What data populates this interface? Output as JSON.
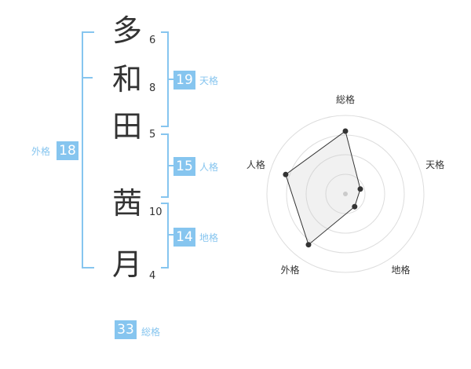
{
  "name_chars": [
    {
      "char": "多",
      "strokes": "6"
    },
    {
      "char": "和",
      "strokes": "8"
    },
    {
      "char": "田",
      "strokes": "5"
    },
    {
      "char": "茜",
      "strokes": "10"
    },
    {
      "char": "月",
      "strokes": "4"
    }
  ],
  "grades": {
    "tenkaku": {
      "value": "19",
      "label": "天格"
    },
    "jinkaku": {
      "value": "15",
      "label": "人格"
    },
    "chikaku": {
      "value": "14",
      "label": "地格"
    },
    "gaikaku": {
      "value": "18",
      "label": "外格"
    },
    "soukaku": {
      "value": "33",
      "label": "総格"
    }
  },
  "colors": {
    "accent": "#86c5ef",
    "text": "#333333"
  },
  "chart_data": {
    "type": "radar",
    "axes": [
      "総格",
      "天格",
      "地格",
      "外格",
      "人格"
    ],
    "values": [
      4,
      1,
      1,
      4,
      4
    ],
    "range": [
      0,
      5
    ],
    "rings": 4
  }
}
